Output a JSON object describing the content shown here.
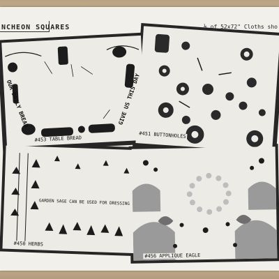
{
  "header": {
    "title": "NCHEON SQUARES",
    "note": "½ of 52x72\" Cloths sho"
  },
  "panels": [
    {
      "label": "#453 TABLE BREAD",
      "side_left": "OUR DAILY BREAD",
      "side_right": "GIVE US THIS DAY"
    },
    {
      "label": "#451 BUTTONHOLES"
    },
    {
      "label": "#450 HERBS",
      "text_line": "GARDEN SAGE CAN BE USED FOR DRESSING"
    },
    {
      "label": "#456 APPLIQUE EAGLE"
    }
  ],
  "colors": {
    "ink": "#1c1c1c",
    "sheet": "#f2f0ea",
    "frame": "#262626",
    "wood": "#c9b597"
  }
}
